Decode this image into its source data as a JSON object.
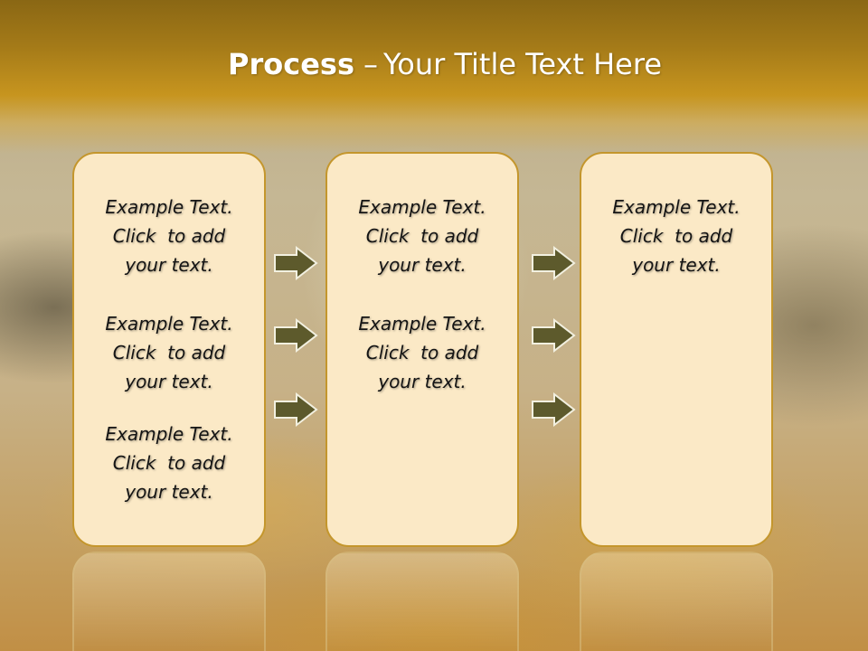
{
  "slide": {
    "title_strong": "Process",
    "title_separator": "–",
    "title_rest": "Your Title Text Here",
    "columns": [
      {
        "items": [
          {
            "line1": "Example Text.",
            "line2": "Click  to add",
            "line3": "your text."
          },
          {
            "line1": "Example Text.",
            "line2": "Click  to add",
            "line3": "your text."
          },
          {
            "line1": "Example Text.",
            "line2": "Click  to add",
            "line3": "your text."
          }
        ]
      },
      {
        "items": [
          {
            "line1": "Example Text.",
            "line2": "Click  to add",
            "line3": "your text."
          },
          {
            "line1": "Example Text.",
            "line2": "Click  to add",
            "line3": "your text."
          }
        ]
      },
      {
        "items": [
          {
            "line1": "Example Text.",
            "line2": "Click  to add",
            "line3": "your text."
          }
        ]
      }
    ],
    "colors": {
      "box_fill": "#fbe9c6",
      "box_border": "#c4962c",
      "arrow_fill": "#5d5a2c",
      "arrow_stroke": "#f2f0e0",
      "header": "#c7951f"
    },
    "arrow_icon": "right-arrow-icon"
  }
}
